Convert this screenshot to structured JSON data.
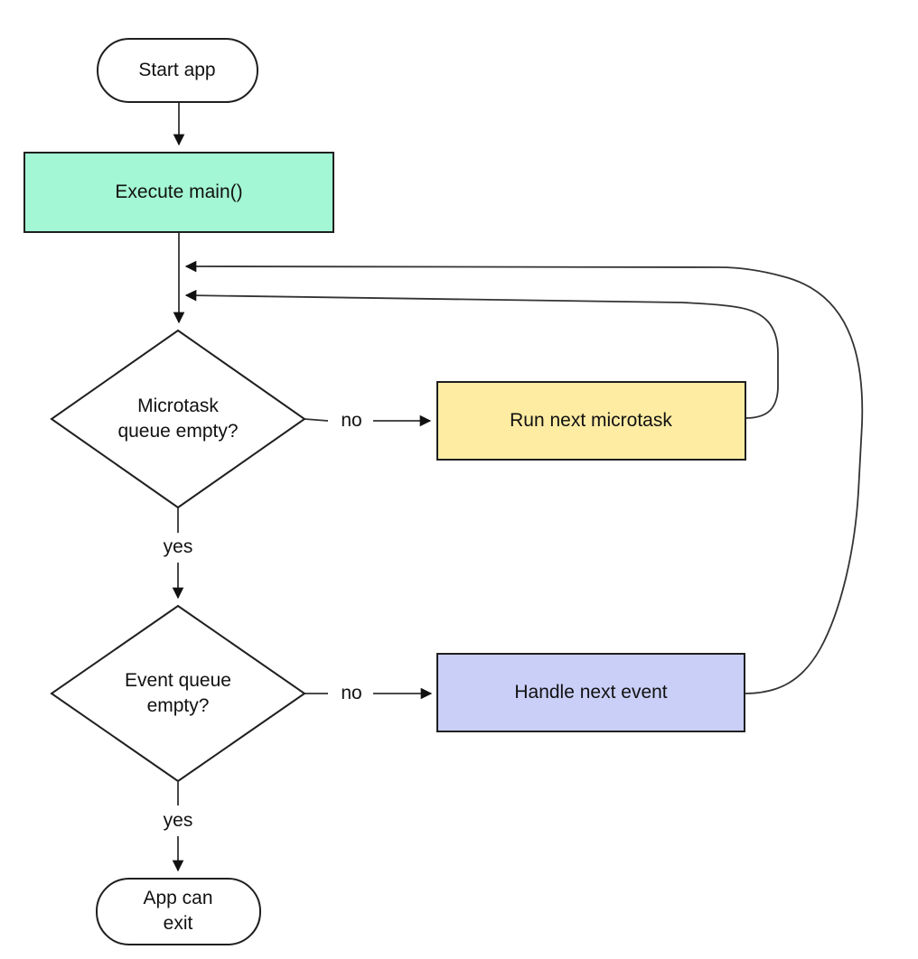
{
  "colors": {
    "node-green": "#a4f7d4",
    "node-yellow": "#feeca3",
    "node-lavender": "#cacff8",
    "node-white": "#ffffff",
    "stroke": "#1f1f1f",
    "line": "#333333",
    "text": "#111111"
  },
  "nodes": {
    "start": {
      "label": "Start app",
      "shape": "terminator"
    },
    "execute_main": {
      "label": "Execute main()",
      "shape": "process"
    },
    "microtask_decision": {
      "label": "Microtask\nqueue empty?",
      "shape": "decision"
    },
    "run_microtask": {
      "label": "Run next microtask",
      "shape": "process"
    },
    "event_decision": {
      "label": "Event queue\nempty?",
      "shape": "decision"
    },
    "handle_event": {
      "label": "Handle next event",
      "shape": "process"
    },
    "app_exit": {
      "label": "App can\nexit",
      "shape": "terminator"
    }
  },
  "edge_labels": {
    "microtask_no": "no",
    "microtask_yes": "yes",
    "event_no": "no",
    "event_yes": "yes"
  }
}
